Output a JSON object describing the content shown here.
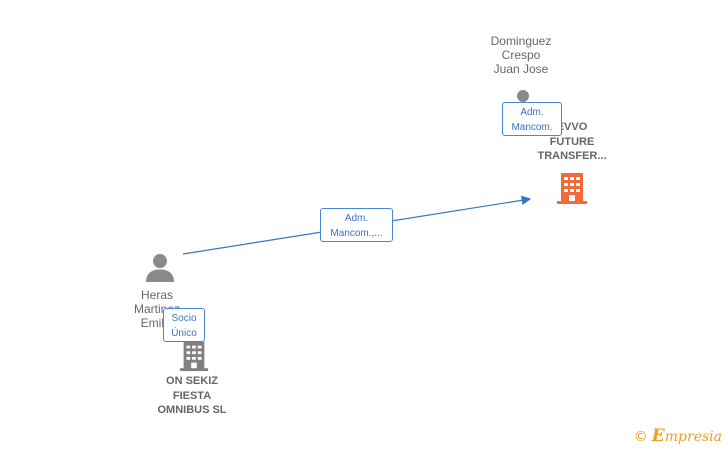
{
  "colors": {
    "person_icon": "#8a8a8a",
    "focus_company_icon": "#f26a38",
    "company_icon": "#808080",
    "edge": "#3a73c4",
    "brand": "#e8a126"
  },
  "nodes": {
    "dominguez": {
      "lines": [
        "Dominguez",
        "Crespo",
        "Juan Jose"
      ],
      "icon": "person-icon"
    },
    "evvo": {
      "lines": [
        "EVVO",
        "FUTURE",
        "TRANSFER..."
      ],
      "icon": "building-icon"
    },
    "heras": {
      "lines": [
        "Heras",
        "Martinez",
        "Emilio"
      ],
      "icon": "person-icon"
    },
    "onsekiz": {
      "lines": [
        "ON SEKIZ",
        "FIESTA",
        "OMNIBUS SL"
      ],
      "icon": "building-icon"
    }
  },
  "edges": {
    "heras_evvo": {
      "label": [
        "Adm.",
        "Mancom.,..."
      ]
    },
    "dominguez_evvo": {
      "label": [
        "Adm.",
        "Mancom."
      ]
    },
    "heras_onsekiz": {
      "label": [
        "Socio",
        "Único"
      ]
    }
  },
  "brand": {
    "copyright": "©",
    "initial": "E",
    "rest": "mpresia"
  }
}
